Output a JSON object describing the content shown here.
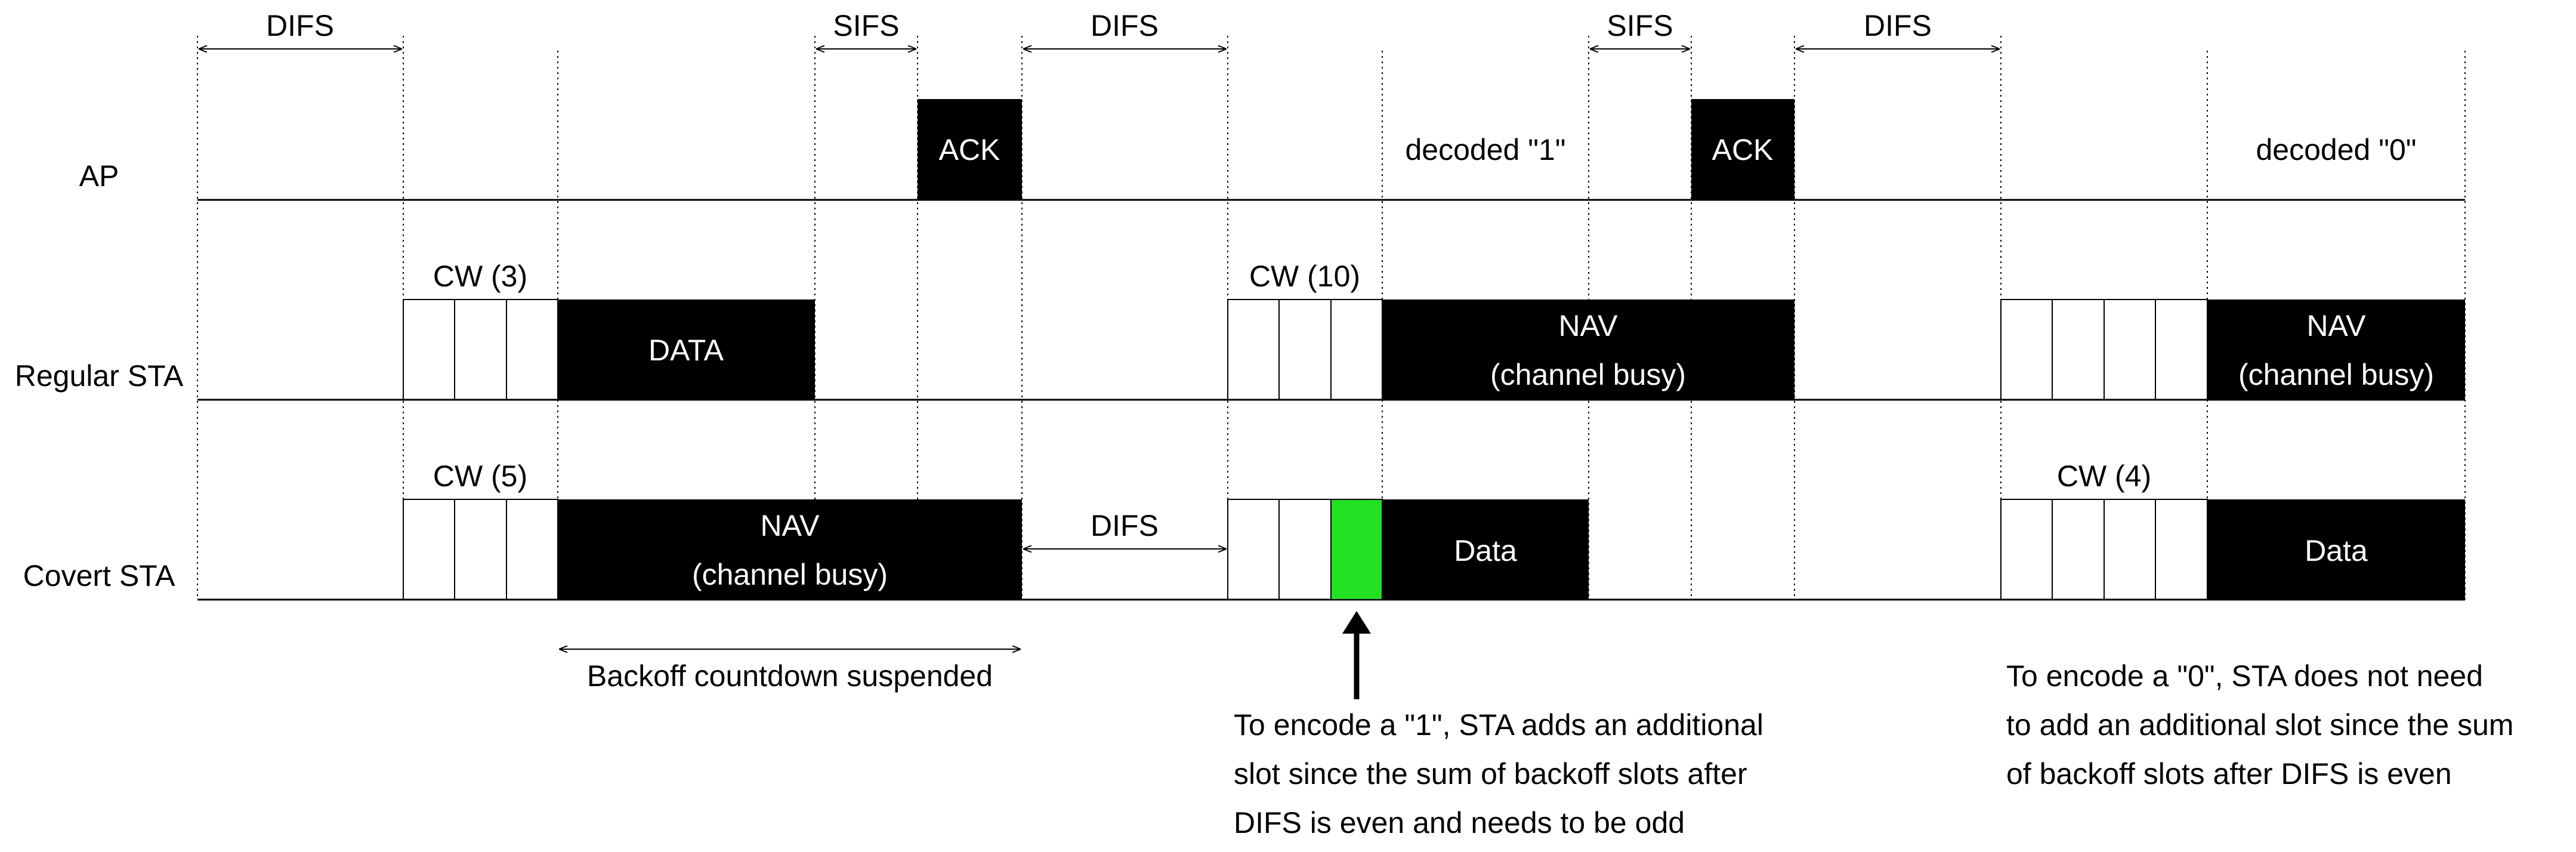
{
  "rows": {
    "ap": "AP",
    "regular": "Regular STA",
    "covert": "Covert STA"
  },
  "intervals": {
    "difs_1": "DIFS",
    "sifs_1": "SIFS",
    "difs_2": "DIFS",
    "sifs_2": "SIFS",
    "difs_3": "DIFS",
    "difs_covert": "DIFS"
  },
  "ap_row": {
    "ack_1": "ACK",
    "decoded_1": "decoded \"1\"",
    "ack_2": "ACK",
    "decoded_0": "decoded \"0\""
  },
  "regular_row": {
    "cw_1": "CW (3)",
    "data": "DATA",
    "cw_2": "CW (10)",
    "nav_1_line1": "NAV",
    "nav_1_line2": "(channel busy)",
    "nav_2_line1": "NAV",
    "nav_2_line2": "(channel busy)"
  },
  "covert_row": {
    "cw_1": "CW (5)",
    "nav_line1": "NAV",
    "nav_line2": "(channel busy)",
    "data_1": "Data",
    "cw_2": "CW (4)",
    "data_2": "Data"
  },
  "annotations": {
    "backoff_suspended": "Backoff countdown suspended",
    "encode_1": [
      "To encode a \"1\", STA adds an additional",
      "slot since the sum of backoff slots after",
      "DIFS is even and needs to be odd"
    ],
    "encode_0": [
      "To encode a \"0\", STA does not need",
      "to add an additional slot since the sum",
      "of backoff slots after DIFS is even"
    ]
  },
  "colors": {
    "block": "#000000",
    "extra_slot": "#22e022",
    "line": "#000000"
  }
}
